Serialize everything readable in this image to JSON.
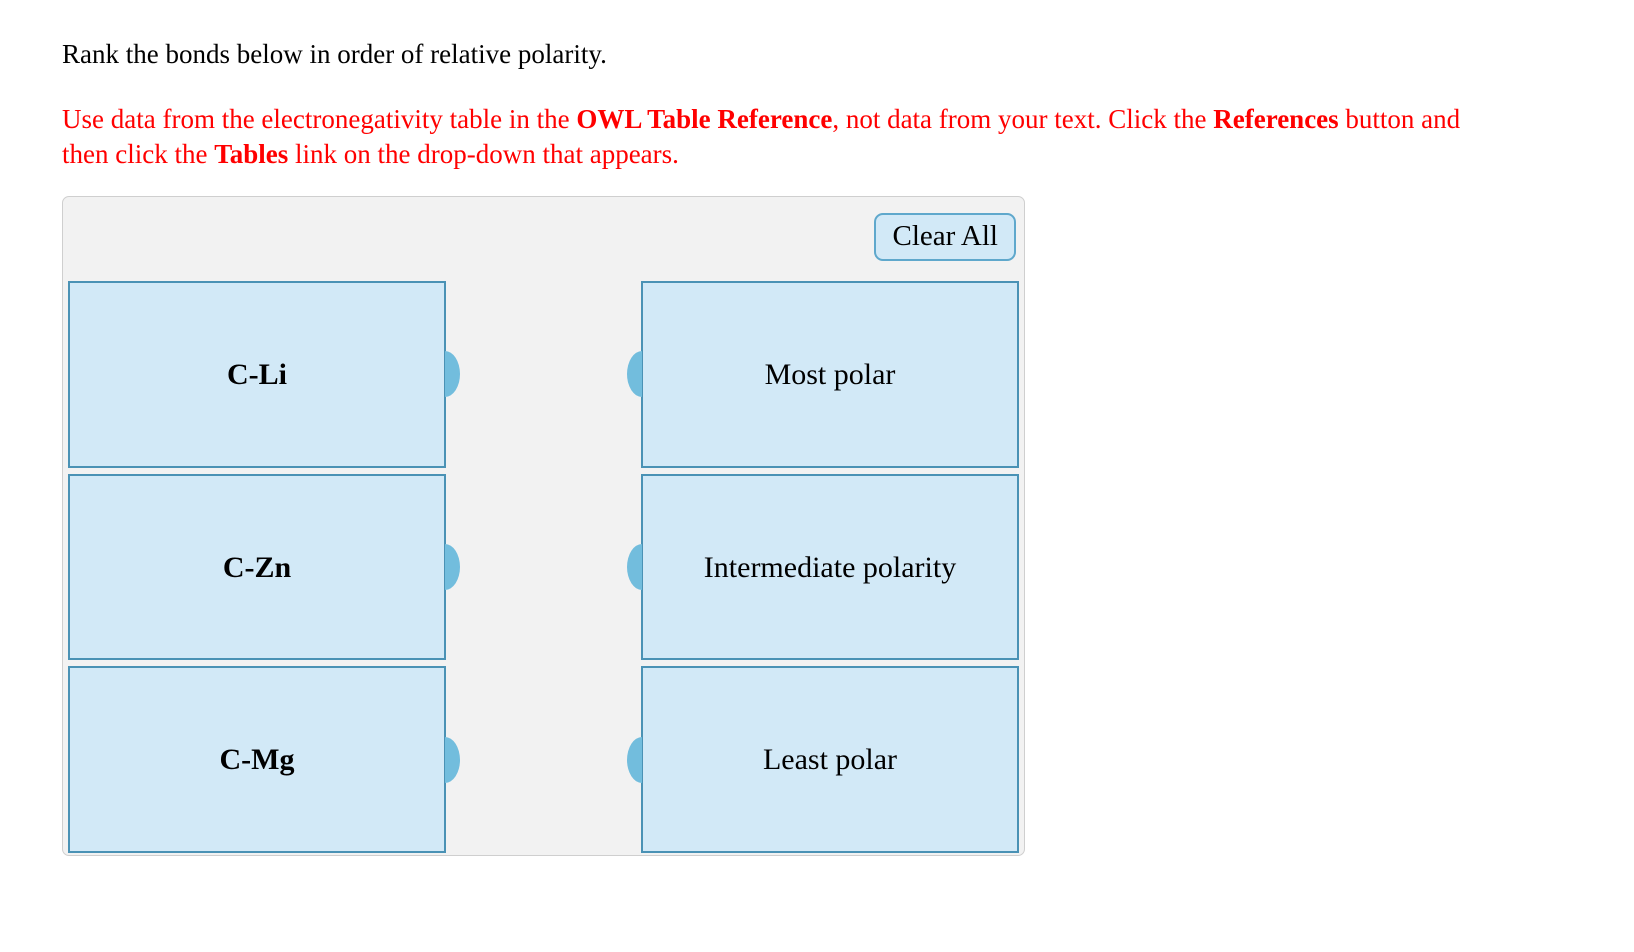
{
  "question": {
    "prompt": "Rank the bonds below in order of relative polarity.",
    "instruction": {
      "part1": "Use data from the electronegativity table in the ",
      "bold1": "OWL Table Reference",
      "part2": ", not data from your text. Click the ",
      "bold2": "References",
      "part3": " button and then click the ",
      "bold3": "Tables",
      "part4": " link on the drop-down that appears."
    }
  },
  "panel": {
    "clear_all_label": "Clear All",
    "left_column": {
      "items": [
        {
          "label": "C-Li"
        },
        {
          "label": "C-Zn"
        },
        {
          "label": "C-Mg"
        }
      ]
    },
    "right_column": {
      "items": [
        {
          "label": "Most polar"
        },
        {
          "label": "Intermediate polarity"
        },
        {
          "label": "Least polar"
        }
      ]
    }
  },
  "colors": {
    "instruction_red": "#ff0000",
    "box_fill": "#d2e9f7",
    "box_border": "#4a92b5",
    "connector": "#72bddd",
    "panel_bg": "#f2f2f2",
    "panel_border": "#cfcfcf"
  }
}
